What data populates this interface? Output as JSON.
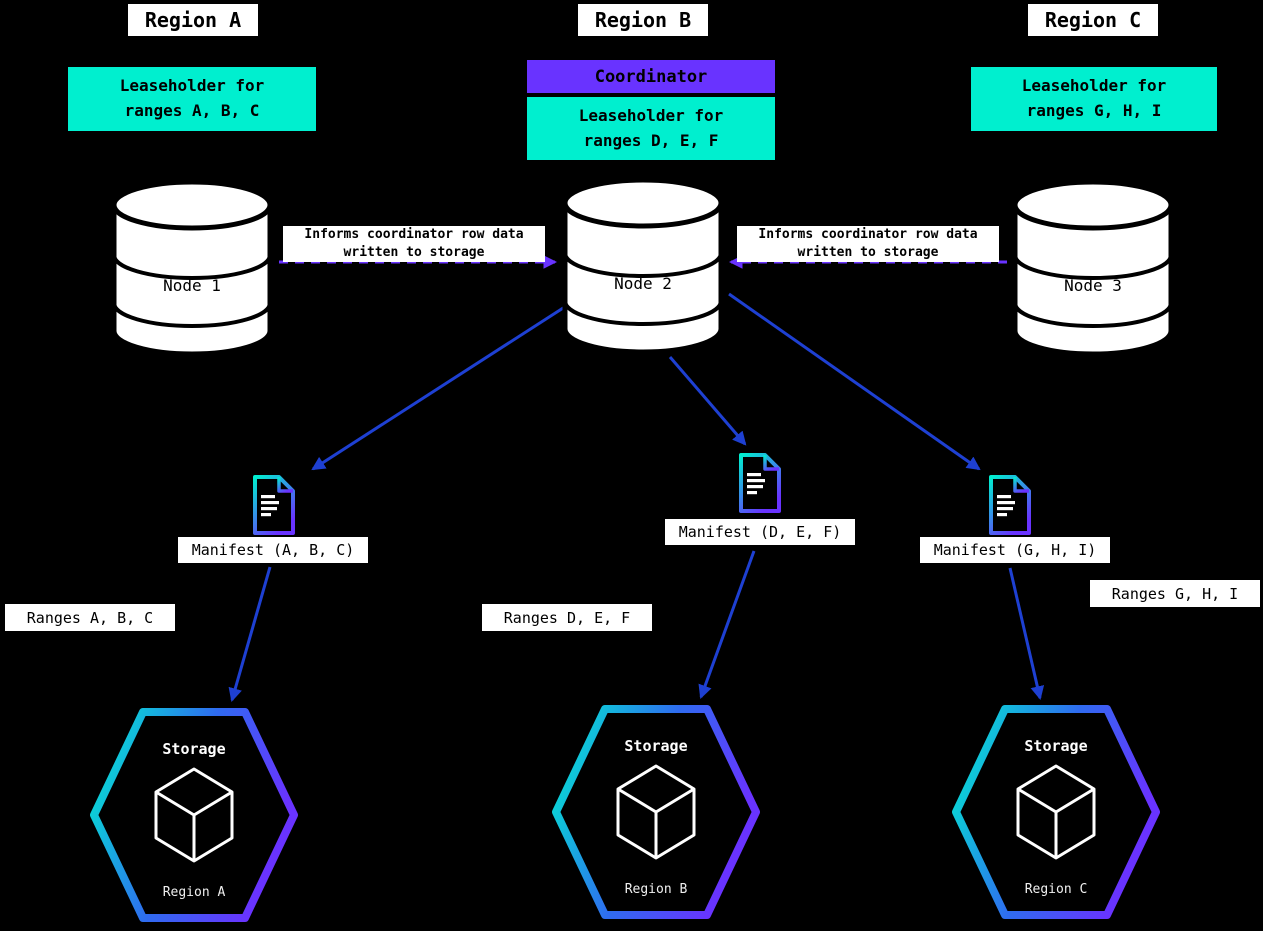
{
  "colors": {
    "background": "#000000",
    "cyan_accent": "#00efcf",
    "purple_accent": "#6933ff",
    "blue_arrow": "#1e40d2",
    "box_background": "#ffffff",
    "box_text": "#000000"
  },
  "regions": [
    {
      "title": "Region A",
      "leaseholder_lines": [
        "Leaseholder for",
        "ranges A, B, C"
      ]
    },
    {
      "title": "Region B",
      "coordinator_label": "Coordinator",
      "leaseholder_lines": [
        "Leaseholder for",
        "ranges D, E, F"
      ]
    },
    {
      "title": "Region C",
      "leaseholder_lines": [
        "Leaseholder for",
        "ranges G, H, I"
      ]
    }
  ],
  "nodes": [
    {
      "label": "Node 1"
    },
    {
      "label": "Node 2"
    },
    {
      "label": "Node 3"
    }
  ],
  "inform_labels": [
    {
      "lines": [
        "Informs coordinator row data",
        "written to storage"
      ]
    },
    {
      "lines": [
        "Informs coordinator row data",
        "written to storage"
      ]
    }
  ],
  "manifests": [
    {
      "label": "Manifest (A, B, C)",
      "icon": "document-icon"
    },
    {
      "label": "Manifest (D, E, F)",
      "icon": "document-icon"
    },
    {
      "label": "Manifest (G, H, I)",
      "icon": "document-icon"
    }
  ],
  "range_labels": [
    {
      "label": "Ranges A, B, C"
    },
    {
      "label": "Ranges D, E, F"
    },
    {
      "label": "Ranges G, H, I"
    }
  ],
  "storage": [
    {
      "title": "Storage",
      "region": "Region A",
      "icon": "cube-icon"
    },
    {
      "title": "Storage",
      "region": "Region B",
      "icon": "cube-icon"
    },
    {
      "title": "Storage",
      "region": "Region C",
      "icon": "cube-icon"
    }
  ]
}
